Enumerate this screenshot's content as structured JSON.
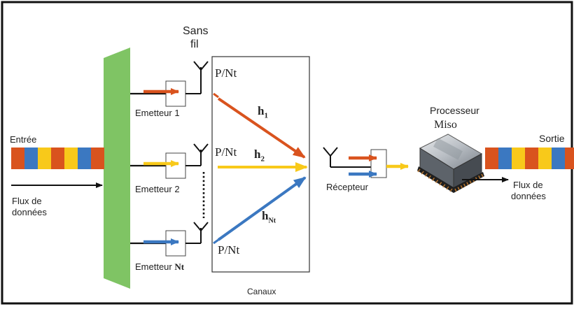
{
  "labels": {
    "sans_fil_1": "Sans",
    "sans_fil_2": "fil",
    "pnt_top": "P/Nt",
    "pnt_mid": "P/Nt",
    "pnt_bot": "P/Nt",
    "h1": "h",
    "h1_sub": "1",
    "h2": "h",
    "h2_sub": "2",
    "hnt": "h",
    "hnt_sub": "Nt",
    "emetteur1": "Emetteur 1",
    "emetteur2": "Emetteur 2",
    "emetteur_nt_pre": "Emetteur ",
    "emetteur_nt_sub": "Nt",
    "canaux": "Canaux",
    "entree": "Entrée",
    "flux_in_1": "Flux de",
    "flux_in_2": "données",
    "processeur": "Processeur",
    "miso": "Miso",
    "sortie": "Sortie",
    "recepteur": "Récepteur",
    "flux_out_1": "Flux de",
    "flux_out_2": "données"
  },
  "colors": {
    "green_splitter": "#7fc464",
    "orange": "#d9531e",
    "yellow": "#f8c91a",
    "blue": "#3b78c1",
    "black": "#111111"
  },
  "stream_colors": [
    "orange",
    "blue",
    "yellow",
    "orange",
    "yellow",
    "blue",
    "orange"
  ]
}
